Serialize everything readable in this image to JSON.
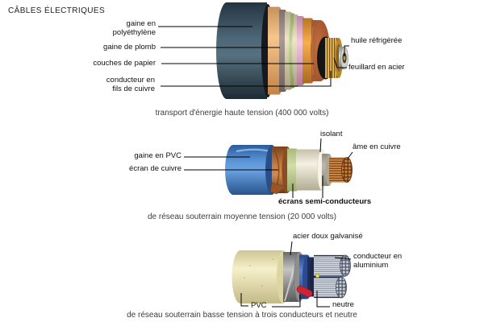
{
  "title": "CÂBLES ÉLECTRIQUES",
  "sections": {
    "high_voltage": {
      "caption": "transport d'énergie haute tension (400 000 volts)",
      "labels": {
        "polyethylene": "gaine en\npolyéthylène",
        "lead_sheath": "gaine de plomb",
        "paper_layers": "couches de papier",
        "copper_conductor": "conducteur en\nfils de cuivre",
        "cooled_oil": "huile réfrigérée",
        "steel_strip": "feuillard en acier"
      }
    },
    "medium_voltage": {
      "caption": "de réseau souterrain moyenne tension (20 000 volts)",
      "labels": {
        "pvc_jacket": "gaine en PVC",
        "copper_screen": "écran de cuivre",
        "insulation": "isolant",
        "copper_core": "âme en cuivre",
        "semiconducting_screens": "écrans semi-conducteurs"
      }
    },
    "low_voltage": {
      "caption": "de réseau souterrain basse tension à trois conducteurs et neutre",
      "labels": {
        "galvanized_steel": "acier doux galvanisé",
        "aluminium_conductor": "conducteur en\naluminium",
        "pvc": "PVC",
        "neutral": "neutre"
      }
    }
  },
  "colors": {
    "background": "#ffffff",
    "label_text": "#111111",
    "caption_text": "#3c3c3c",
    "leader_line": "#000000",
    "hv_polyethylene": "#46606f",
    "hv_lead": "#a8968f",
    "hv_paper_face": "#a65830",
    "hv_paper_ring_peach": "#f3bd85",
    "hv_paper_ring_cream": "#ece7c6",
    "hv_paper_ring_green": "#cdd8a2",
    "hv_paper_ring_pink": "#f3c8dd",
    "hv_paper_ring_orange": "#f6ae4e",
    "hv_copper_knurl": "#c89238",
    "hv_oil_center": "#d4d4cc",
    "mv_pvc_blue": "#5f99da",
    "mv_copper_screen": "#c87d42",
    "mv_semiconductor_green": "#d2dcaa",
    "mv_insulation_ivory": "#f5f1e3",
    "mv_semiconductor_grey": "#b1afa4",
    "mv_copper_core": "#b06a30",
    "lv_pvc_cream": "#f6f0ca",
    "lv_steel_grey": "#c4c4c4",
    "lv_blue": "#5d85d4",
    "lv_navy": "#222c54",
    "lv_aluminium": "#b9c0cb",
    "lv_neutral_red": "#d02233",
    "lv_yellow_marker": "#e6e23e"
  }
}
